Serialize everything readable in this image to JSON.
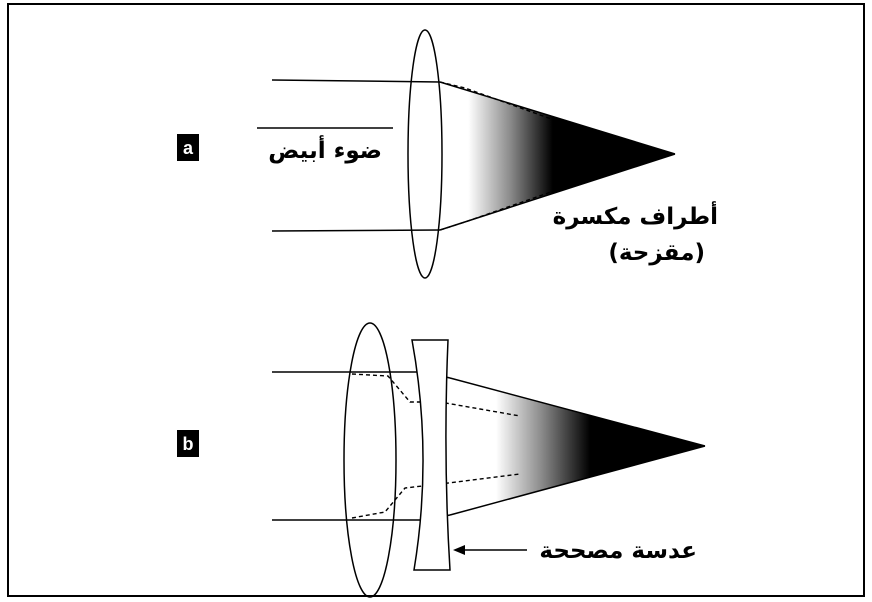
{
  "panel_a": {
    "badge": "a",
    "white_light_label": "ضوء أبيض",
    "fringe_label_line1": "أطراف مكسرة",
    "fringe_label_line2": "(مقزحة)"
  },
  "panel_b": {
    "badge": "b",
    "corrector_label": "عدسة مصححة"
  },
  "colors": {
    "ink": "#000000",
    "background": "#ffffff",
    "badge_fill": "#000000",
    "badge_text": "#ffffff"
  }
}
